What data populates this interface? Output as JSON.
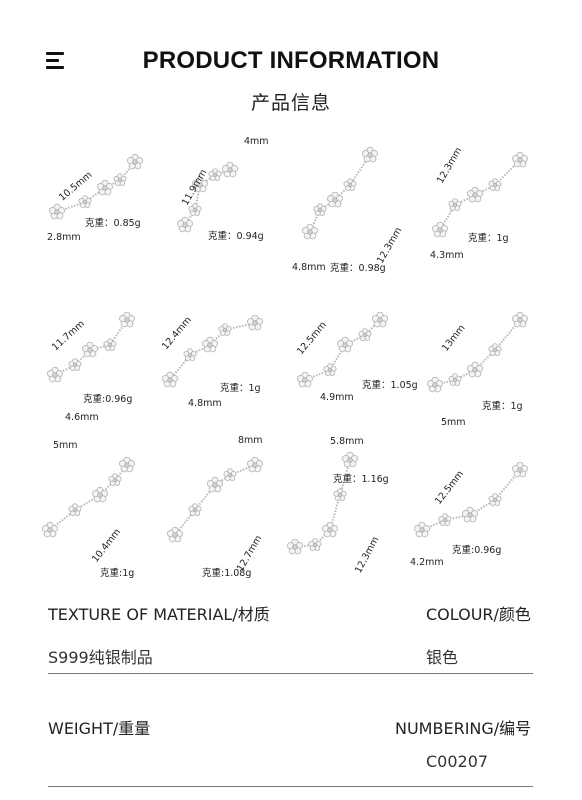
{
  "header": {
    "title": "PRODUCT INFORMATION",
    "subtitle": "产品信息"
  },
  "items": [
    {
      "d1": "10.5mm",
      "d2": "2.8mm",
      "weight": "克重：0.85g"
    },
    {
      "d1": "11.9mm",
      "d2": "4mm",
      "weight": "克重：0.94g"
    },
    {
      "d1": "12.3mm",
      "d2": "4.8mm",
      "weight": "克重：0.98g"
    },
    {
      "d1": "12.3mm",
      "d2": "4.3mm",
      "weight": "克重：1g"
    },
    {
      "d1": "11.7mm",
      "d2": "4.6mm",
      "weight": "克重:0.96g"
    },
    {
      "d1": "12.4mm",
      "d2": "4.8mm",
      "weight": "克重：1g"
    },
    {
      "d1": "12.5mm",
      "d2": "4.9mm",
      "weight": "克重：1.05g"
    },
    {
      "d1": "13mm",
      "d2": "5mm",
      "weight": "克重：1g"
    },
    {
      "d1": "10.4mm",
      "d2": "5mm",
      "weight": "克重:1g"
    },
    {
      "d1": "12.7mm",
      "d2": "8mm",
      "weight": "克重:1.08g"
    },
    {
      "d1": "12.3mm",
      "d2": "5.8mm",
      "weight": "克重：1.16g"
    },
    {
      "d1": "12.5mm",
      "d2": "4.2mm",
      "weight": "克重:0.96g"
    }
  ],
  "info": {
    "texture_label": "TEXTURE OF MATERIAL/材质",
    "texture_value": "S999纯银制品",
    "colour_label": "COLOUR/颜色",
    "colour_value": "银色",
    "weight_label": "WEIGHT/重量",
    "weight_value": "",
    "numbering_label": "NUMBERING/编号",
    "numbering_value": "C00207"
  },
  "colors": {
    "text": "#1a1a1a",
    "divider": "#777777",
    "jewel": "#b8b8b8"
  }
}
